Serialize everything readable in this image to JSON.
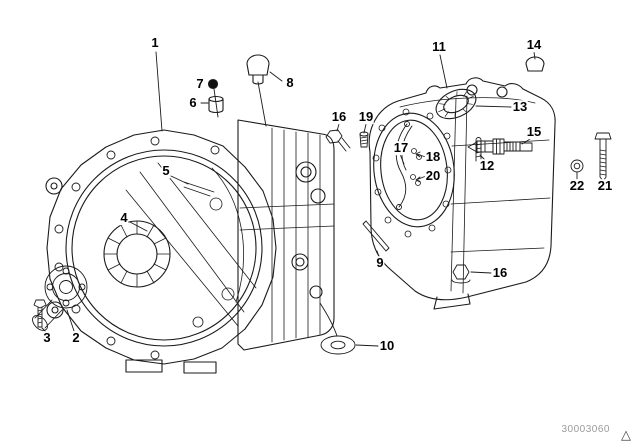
{
  "diagram": {
    "watermark": "30003060",
    "corner_triangle": "△",
    "colors": {
      "line": "#1b1b1b",
      "background": "#ffffff",
      "watermark_text": "#9b9b9b"
    },
    "callouts": [
      {
        "label": "1"
      },
      {
        "label": "7"
      },
      {
        "label": "8"
      },
      {
        "label": "6"
      },
      {
        "label": "11"
      },
      {
        "label": "14"
      },
      {
        "label": "16"
      },
      {
        "label": "19"
      },
      {
        "label": "13"
      },
      {
        "label": "17"
      },
      {
        "label": "15"
      },
      {
        "label": "18"
      },
      {
        "label": "12"
      },
      {
        "label": "20"
      },
      {
        "label": "22"
      },
      {
        "label": "21"
      },
      {
        "label": "5"
      },
      {
        "label": "4"
      },
      {
        "label": "9"
      },
      {
        "label": "16"
      },
      {
        "label": "3"
      },
      {
        "label": "2"
      },
      {
        "label": "10"
      }
    ]
  }
}
